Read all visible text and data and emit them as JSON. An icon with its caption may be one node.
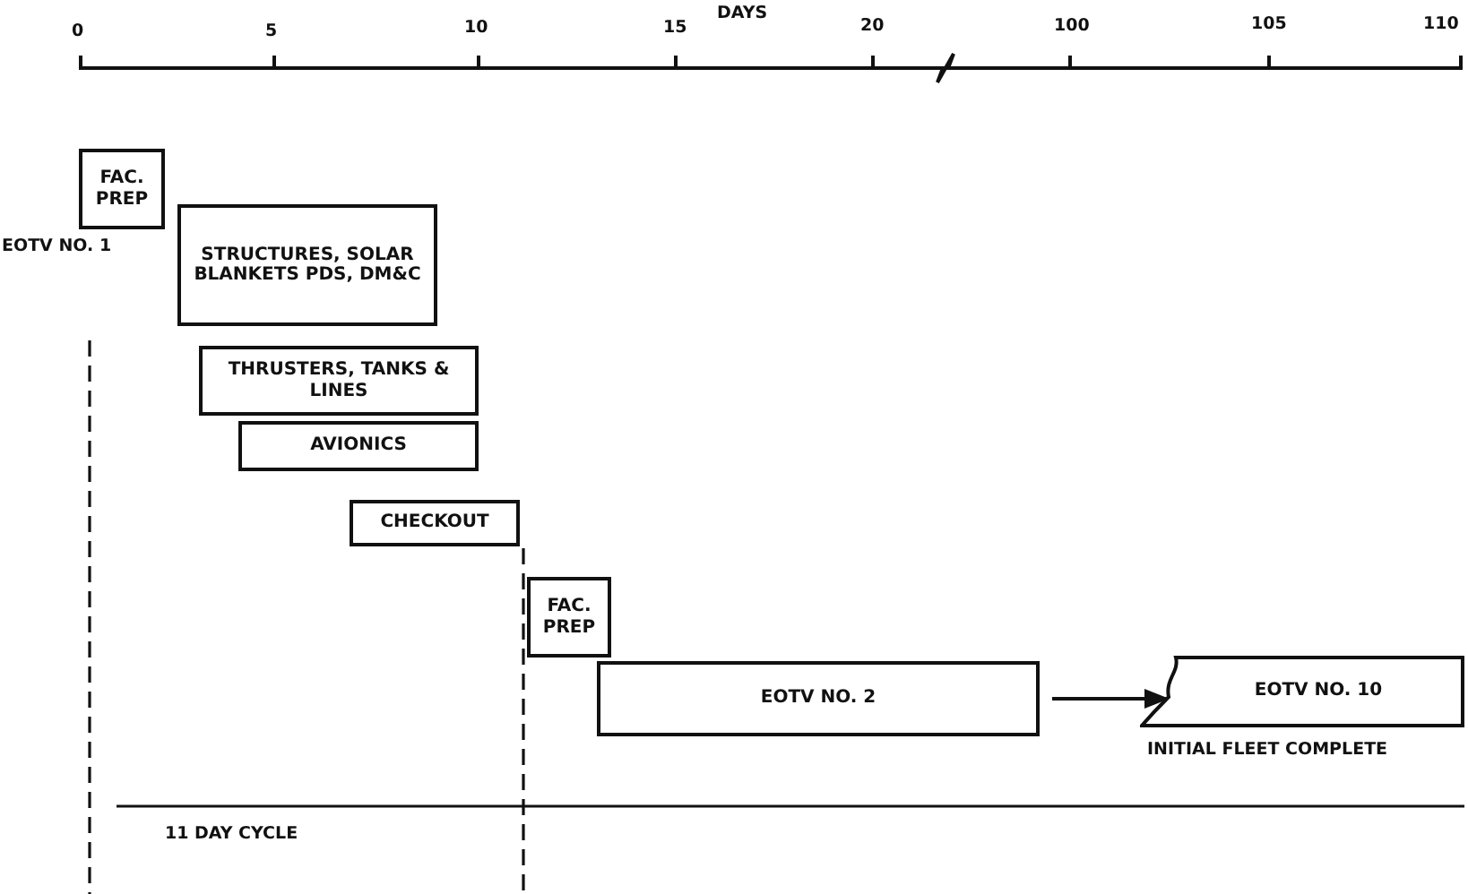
{
  "diagram": {
    "nodes": [
      {
        "text": [
          "FAC. PREP"
        ]
      },
      {
        "text": [
          "STRUCTURES, SOLAR BLANKETS PDS, DM&C"
        ]
      },
      {
        "text": [
          "THRUSTERS, TANKS & LINES"
        ]
      },
      {
        "text": [
          "AVIONICS"
        ]
      },
      {
        "text": [
          "CHECKOUT"
        ]
      },
      {
        "text": [
          "FAC. PREP"
        ]
      },
      {
        "text": [
          "EOTV NO. 2"
        ]
      },
      {
        "text": [
          "EOTV NO. 10"
        ],
        "beside": [
          "INITIAL FLEET COMPLETE"
        ]
      }
    ],
    "edges": [
      {
        "from": 6,
        "to": 7,
        "arrow": "to"
      }
    ],
    "labels": [
      "DAYS",
      "0",
      "5",
      "10",
      "15",
      "20",
      "100",
      "105",
      "110",
      "EOTV NO. 1",
      "11 DAY CYCLE"
    ]
  }
}
